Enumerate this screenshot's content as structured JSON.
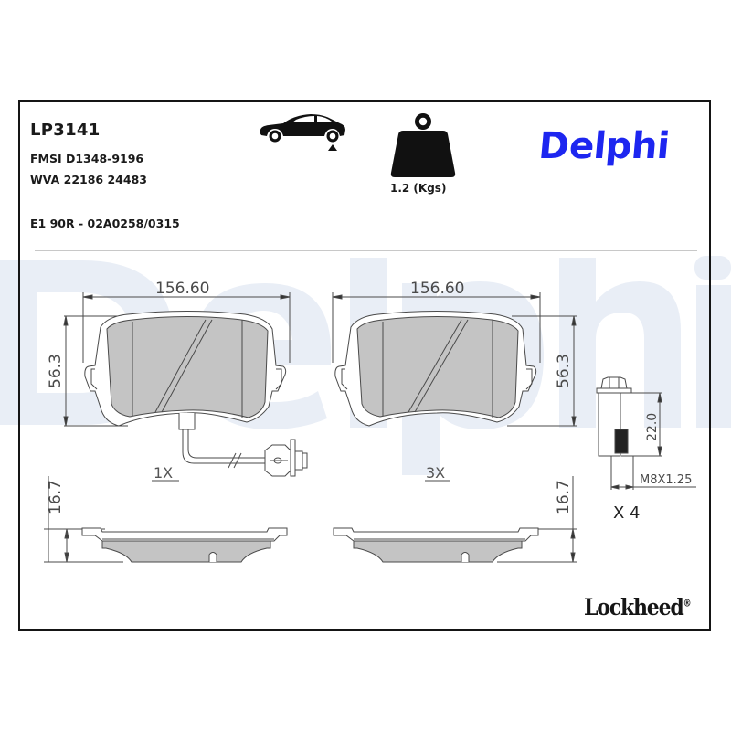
{
  "product": {
    "code": "LP3141",
    "fmsi": "FMSI D1348-9196",
    "wva": "WVA 22186 24483",
    "ece_approval": "E1 90R - 02A0258/0315",
    "weight_label": "1.2 (Kgs)"
  },
  "brands": {
    "primary_logo": "Delphi",
    "secondary_logo": "Lockheed",
    "registered_mark": "®",
    "primary_color": "#1d26f0",
    "watermark_color": "#e9eef6"
  },
  "icons": {
    "axle_position": "car-rear-axle-icon",
    "weight": "weight-icon"
  },
  "drawing": {
    "pad_left": {
      "width_dim": "156.60",
      "height_dim": "56.3",
      "quantity": "1X",
      "has_wear_sensor": true
    },
    "pad_right": {
      "width_dim": "156.60",
      "height_dim": "56.3",
      "quantity": "3X",
      "has_wear_sensor": false
    },
    "thickness_left": "16.7",
    "thickness_right": "16.7",
    "bolt": {
      "length_dim": "22.0",
      "thread_dim": "M8X1.25",
      "quantity": "X 4"
    },
    "colors": {
      "line": "#4a4a4a",
      "friction_fill": "#c4c4c4",
      "backplate_fill": "#ffffff"
    }
  }
}
